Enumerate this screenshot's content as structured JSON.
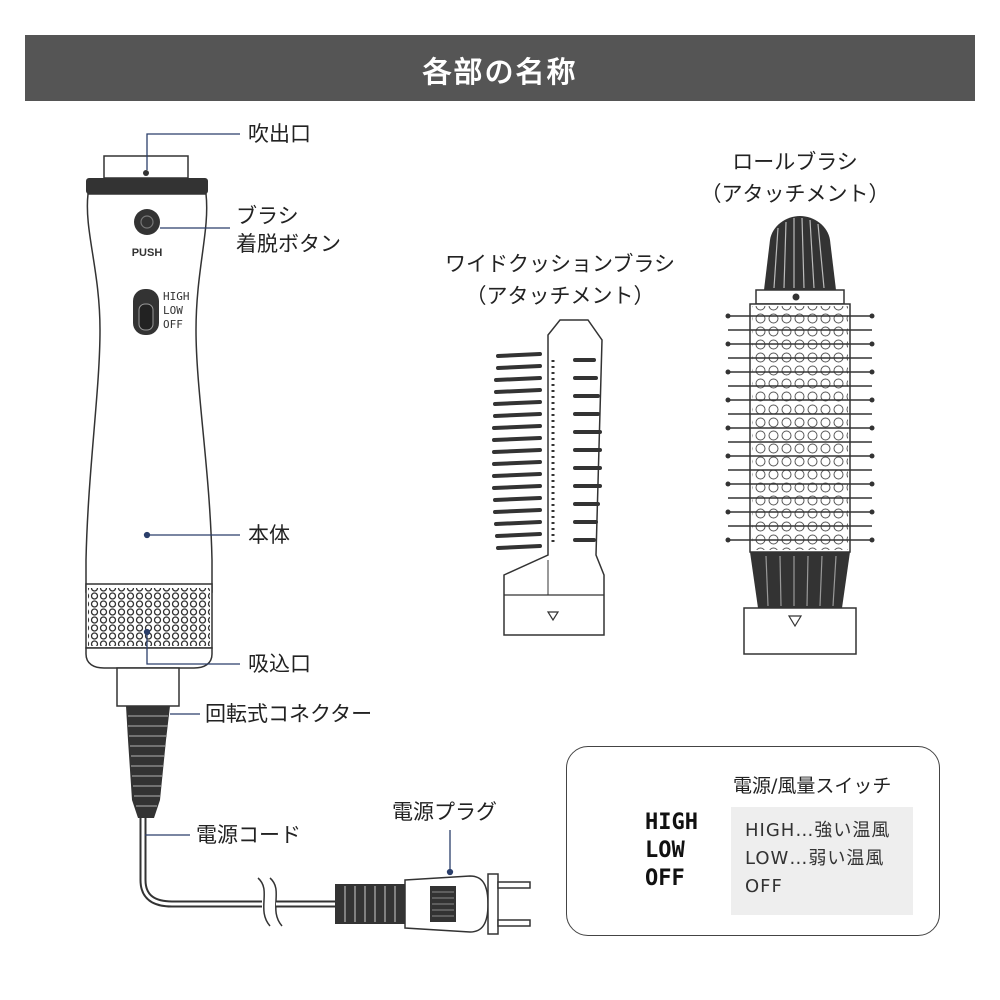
{
  "header": {
    "title": "各部の名称"
  },
  "labels": {
    "outlet": "吹出口",
    "brush_release_1": "ブラシ",
    "brush_release_2": "着脱ボタン",
    "body": "本体",
    "inlet": "吸込口",
    "connector": "回転式コネクター",
    "cord": "電源コード",
    "plug": "電源プラグ"
  },
  "device_markings": {
    "push": "PUSH",
    "switch_high": "HIGH",
    "switch_low": "LOW",
    "switch_off": "OFF"
  },
  "attachments": {
    "wide": {
      "name": "ワイドクッションブラシ",
      "note": "（アタッチメント）"
    },
    "roll": {
      "name": "ロールブラシ",
      "note": "（アタッチメント）"
    }
  },
  "switch_panel": {
    "title": "電源/風量スイッチ",
    "positions": [
      "HIGH",
      "LOW",
      "OFF"
    ],
    "descriptions": [
      "HIGH…強い温風",
      "LOW…弱い温風",
      "OFF"
    ]
  },
  "colors": {
    "header_bg": "#555555",
    "header_text": "#ffffff",
    "leader": "#2b3f6b",
    "panel_bg": "#eeeeee"
  }
}
